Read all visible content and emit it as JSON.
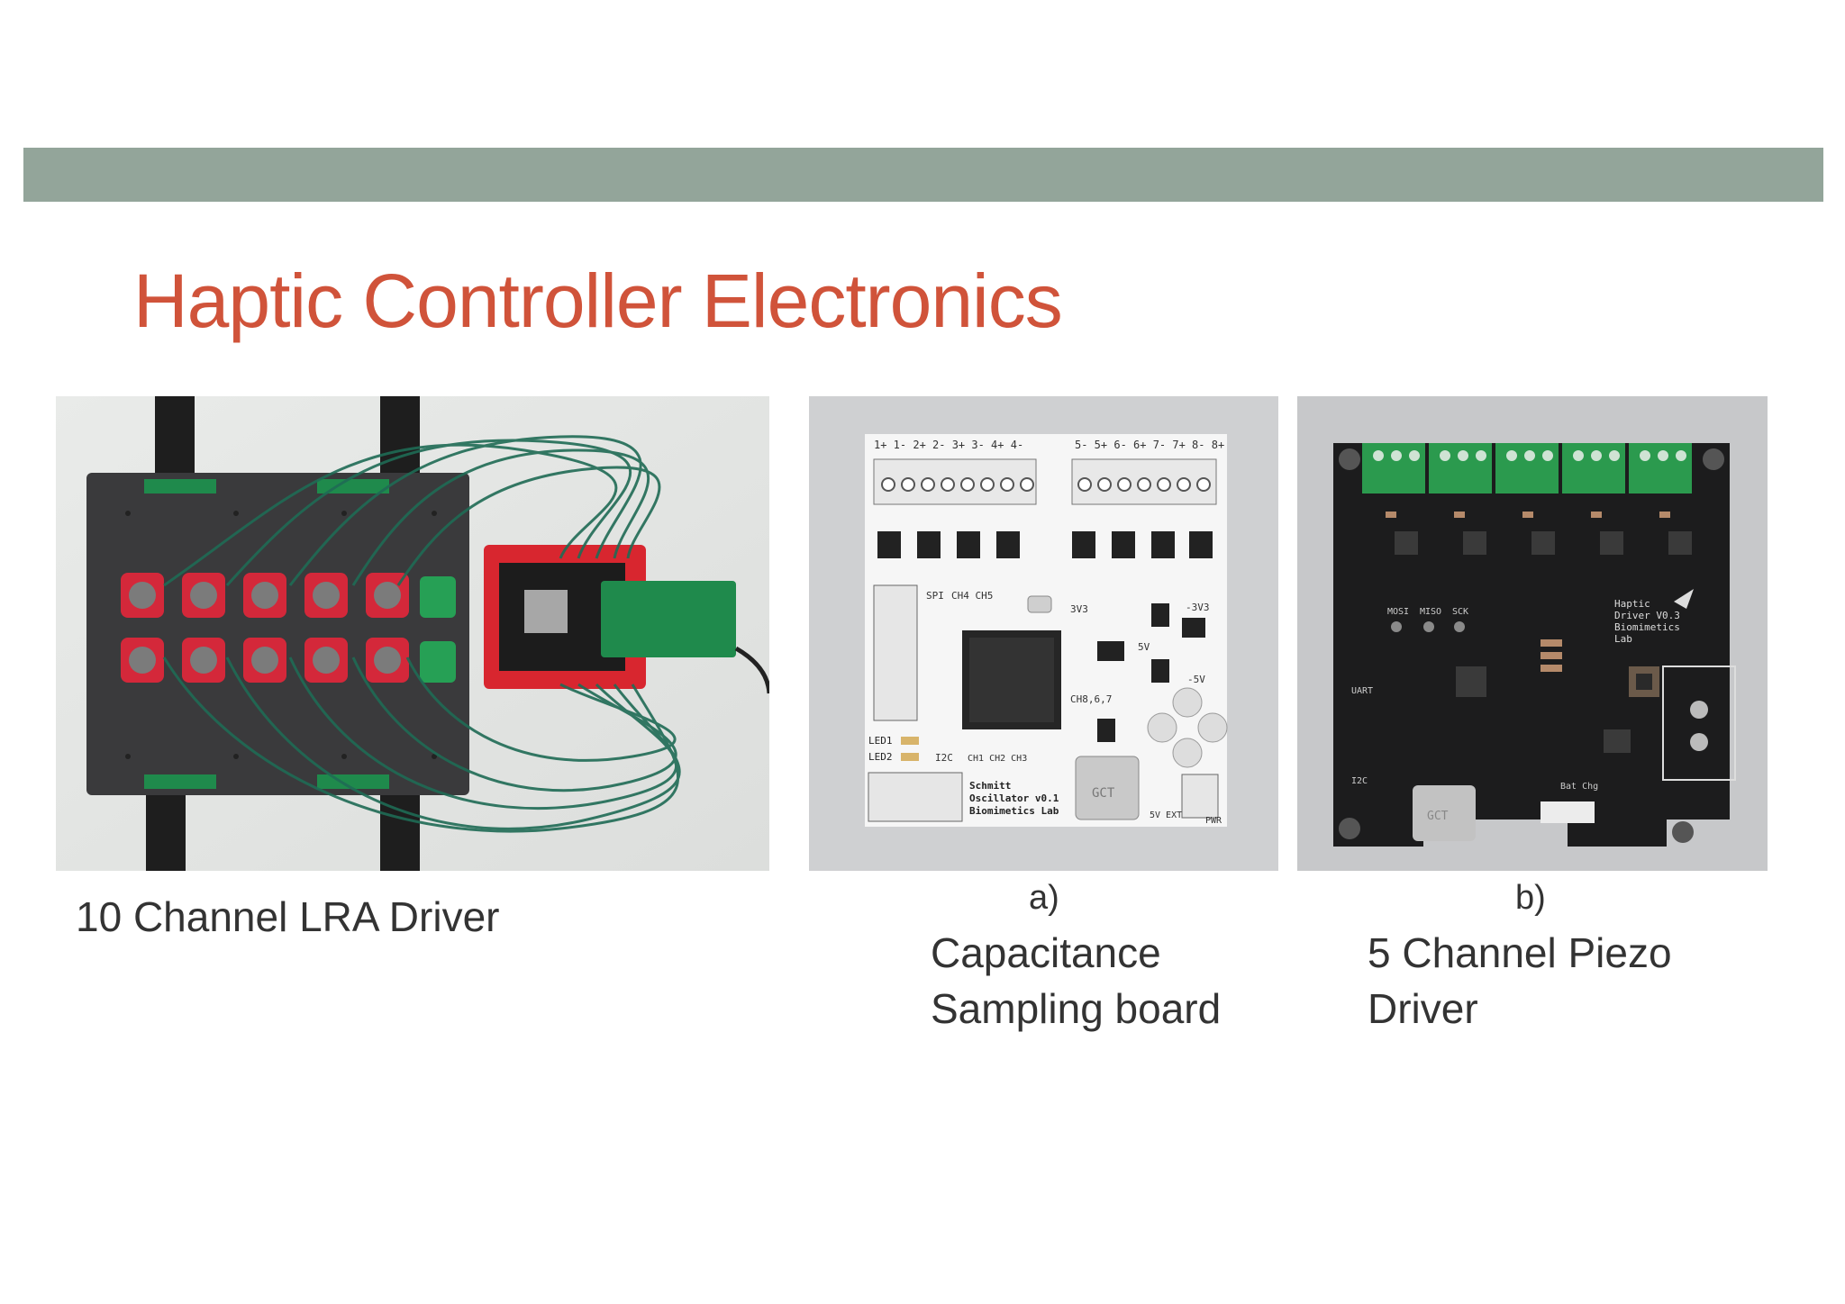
{
  "slide": {
    "title": "Haptic Controller Electronics",
    "accent_band_color": "#93a59a",
    "title_color": "#d0533a"
  },
  "figures": [
    {
      "caption": "10 Channel LRA Driver",
      "photo": "lra-driver-photo"
    },
    {
      "label": "a)",
      "caption_lines": [
        "Capacitance",
        "Sampling board"
      ],
      "photo": "capacitance-board-photo",
      "pcb_text": {
        "header_left": "1+ 1- 2+ 2- 3+ 3- 4+ 4-",
        "header_right": "5- 5+ 6- 6+ 7- 7+ 8- 8+",
        "spi": "SPI",
        "ch45": "CH4 CH5",
        "v3": "3V3",
        "v5": "5V",
        "minus3v3": "-3V3",
        "minus5v": "-5V",
        "ch867": "CH8,6,7",
        "led1": "LED1",
        "led2": "LED2",
        "i2c": "I2C",
        "ch123": "CH1 CH2 CH3",
        "name_line1": "Schmitt",
        "name_line2": "Oscillator v0.1",
        "name_line3": "Biomimetics Lab",
        "ext": "5V EXT",
        "pwr": "PWR",
        "usb": "GCT"
      }
    },
    {
      "label": "b)",
      "caption_lines": [
        "5 Channel Piezo",
        "Driver"
      ],
      "photo": "piezo-driver-photo",
      "pcb_text": {
        "name_line1": "Haptic",
        "name_line2": "Driver V0.3",
        "name_line3": "Biomimetics",
        "name_line4": "Lab",
        "mosi": "MOSI",
        "miso": "MISO",
        "sck": "SCK",
        "uart": "UART",
        "i2c": "I2C",
        "bat": "Bat Chg",
        "usb": "GCT"
      }
    }
  ]
}
